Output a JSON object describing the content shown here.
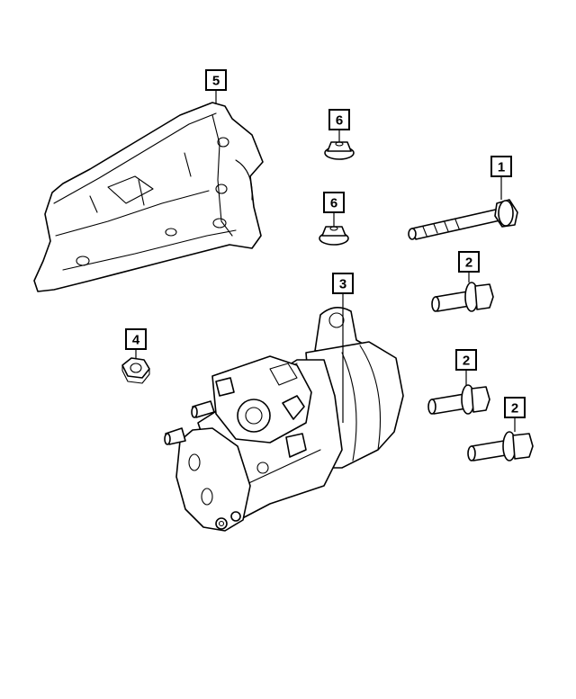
{
  "callouts": [
    {
      "id": "c1",
      "label": "1",
      "part": "long-bolt"
    },
    {
      "id": "c2a",
      "label": "2",
      "part": "bolt-upper"
    },
    {
      "id": "c2b",
      "label": "2",
      "part": "bolt-middle"
    },
    {
      "id": "c2c",
      "label": "2",
      "part": "bolt-lower"
    },
    {
      "id": "c3",
      "label": "3",
      "part": "starter-motor"
    },
    {
      "id": "c4",
      "label": "4",
      "part": "hex-nut"
    },
    {
      "id": "c5",
      "label": "5",
      "part": "heat-shield"
    },
    {
      "id": "c6a",
      "label": "6",
      "part": "flange-nut-upper"
    },
    {
      "id": "c6b",
      "label": "6",
      "part": "flange-nut-lower"
    }
  ]
}
